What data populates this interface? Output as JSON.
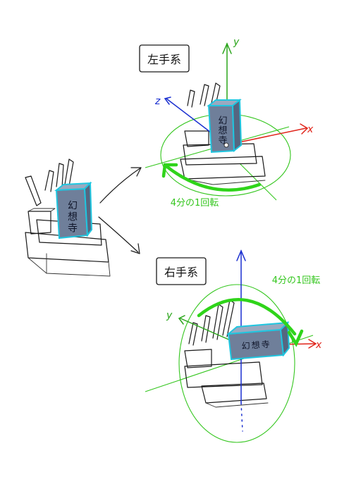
{
  "left_system": {
    "label": "左手系",
    "rotation_note": "4分の1回転",
    "axes": {
      "x": "x",
      "y": "y",
      "z": "z"
    }
  },
  "right_system": {
    "label": "右手系",
    "rotation_note": "4分の1回転",
    "axes": {
      "x": "x",
      "y": "y"
    }
  },
  "stone": {
    "text_upright": "幻想寺",
    "text_rotated": "幻想寺"
  },
  "colors": {
    "axis_x": "#e0241a",
    "axis_y": "#2aa51a",
    "axis_z": "#1a2fd0",
    "rotation_arrow": "#2fd41a",
    "block_edge": "#1fc6e0"
  }
}
